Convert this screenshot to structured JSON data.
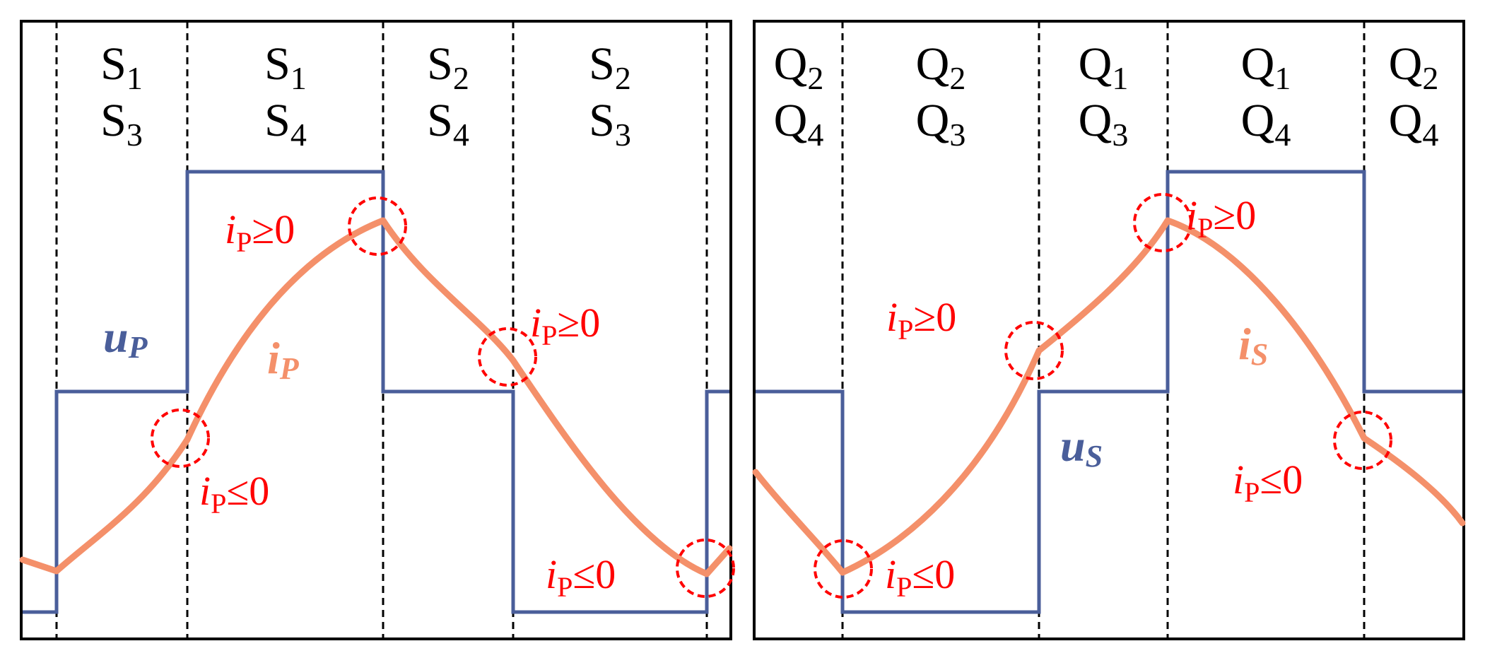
{
  "colors": {
    "voltage": "#4a5e9a",
    "current": "#f4906a",
    "annotation": "#ff0000",
    "frame": "#000000"
  },
  "left_panel": {
    "switch_states": [
      [
        "S1",
        "S3"
      ],
      [
        "S1",
        "S4"
      ],
      [
        "S2",
        "S4"
      ],
      [
        "S2",
        "S3"
      ]
    ],
    "voltage_label": {
      "main": "u",
      "sub": "P"
    },
    "current_label": {
      "main": "i",
      "sub": "P"
    },
    "annotations": [
      {
        "main": "i",
        "sub": "P",
        "rel": "≥0"
      },
      {
        "main": "i",
        "sub": "P",
        "rel": "≥0"
      },
      {
        "main": "i",
        "sub": "P",
        "rel": "≤0"
      },
      {
        "main": "i",
        "sub": "P",
        "rel": "≤0"
      }
    ]
  },
  "right_panel": {
    "switch_states": [
      [
        "Q2",
        "Q4"
      ],
      [
        "Q2",
        "Q3"
      ],
      [
        "Q1",
        "Q3"
      ],
      [
        "Q1",
        "Q4"
      ],
      [
        "Q2",
        "Q4"
      ]
    ],
    "voltage_label": {
      "main": "u",
      "sub": "S"
    },
    "current_label": {
      "main": "i",
      "sub": "S"
    },
    "annotations": [
      {
        "main": "i",
        "sub": "P",
        "rel": "≥0"
      },
      {
        "main": "i",
        "sub": "P",
        "rel": "≥0"
      },
      {
        "main": "i",
        "sub": "P",
        "rel": "≤0"
      },
      {
        "main": "i",
        "sub": "P",
        "rel": "≤0"
      }
    ]
  }
}
